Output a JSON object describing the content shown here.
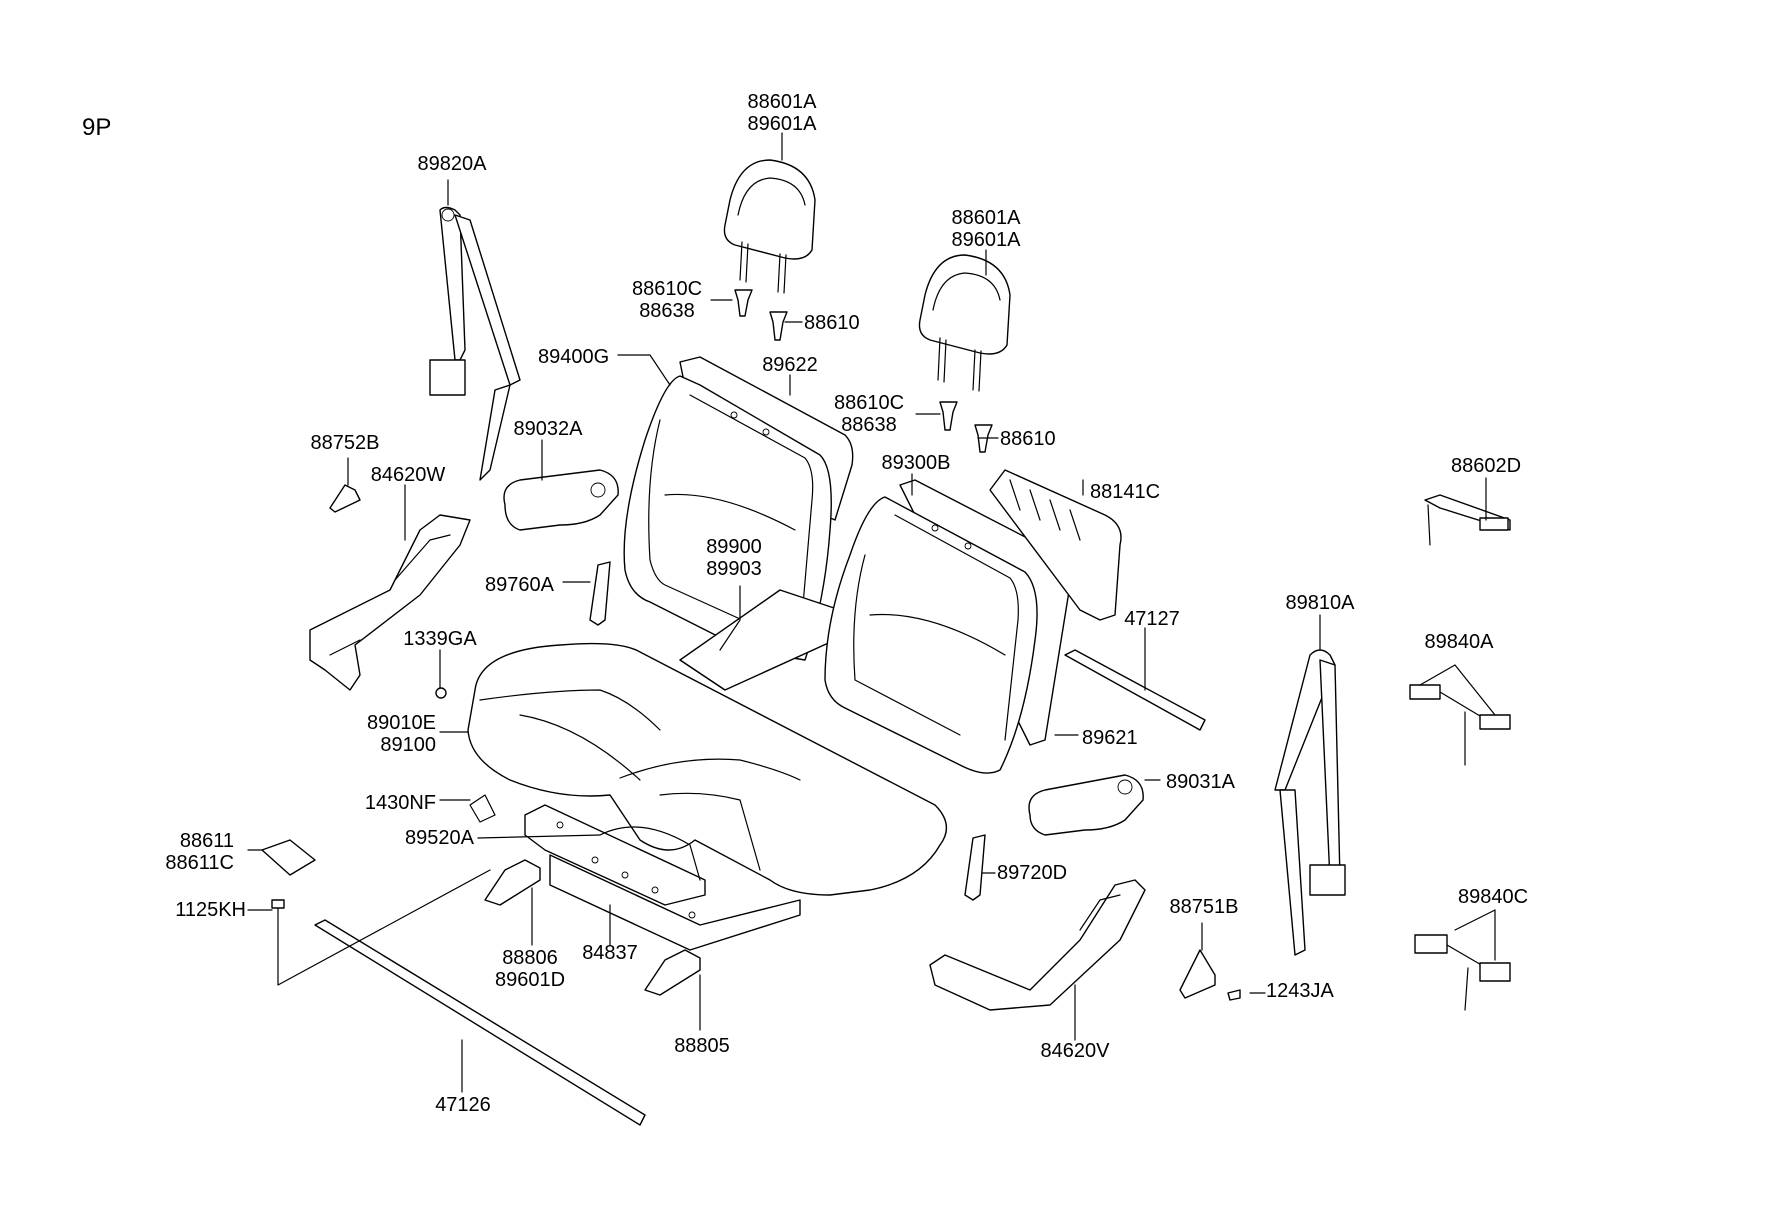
{
  "page_id": "9P",
  "labels": {
    "l89820A": "89820A",
    "l88601A_1": "88601A",
    "l89601A_1": "89601A",
    "l88601A_2": "88601A",
    "l89601A_2": "89601A",
    "l88610C_1": "88610C",
    "l88638_1": "88638",
    "l88610_1": "88610",
    "l88610C_2": "88610C",
    "l88638_2": "88638",
    "l88610_2": "88610",
    "l89400G": "89400G",
    "l89622": "89622",
    "l89032A": "89032A",
    "l88752B": "88752B",
    "l84620W": "84620W",
    "l89300B": "89300B",
    "l88141C": "88141C",
    "l88602D": "88602D",
    "l89900": "89900",
    "l89903": "89903",
    "l89760A": "89760A",
    "l1339GA": "1339GA",
    "l47127": "47127",
    "l89810A": "89810A",
    "l89840A": "89840A",
    "l89010E": "89010E",
    "l89100": "89100",
    "l89621": "89621",
    "l89031A": "89031A",
    "l1430NF": "1430NF",
    "l88611": "88611",
    "l88611C": "88611C",
    "l89520A": "89520A",
    "l89720D": "89720D",
    "l1125KH": "1125KH",
    "l88751B": "88751B",
    "l89840C": "89840C",
    "l88806": "88806",
    "l89601D": "89601D",
    "l84837": "84837",
    "l1243JA": "1243JA",
    "l88805": "88805",
    "l84620V": "84620V",
    "l47126": "47126"
  }
}
